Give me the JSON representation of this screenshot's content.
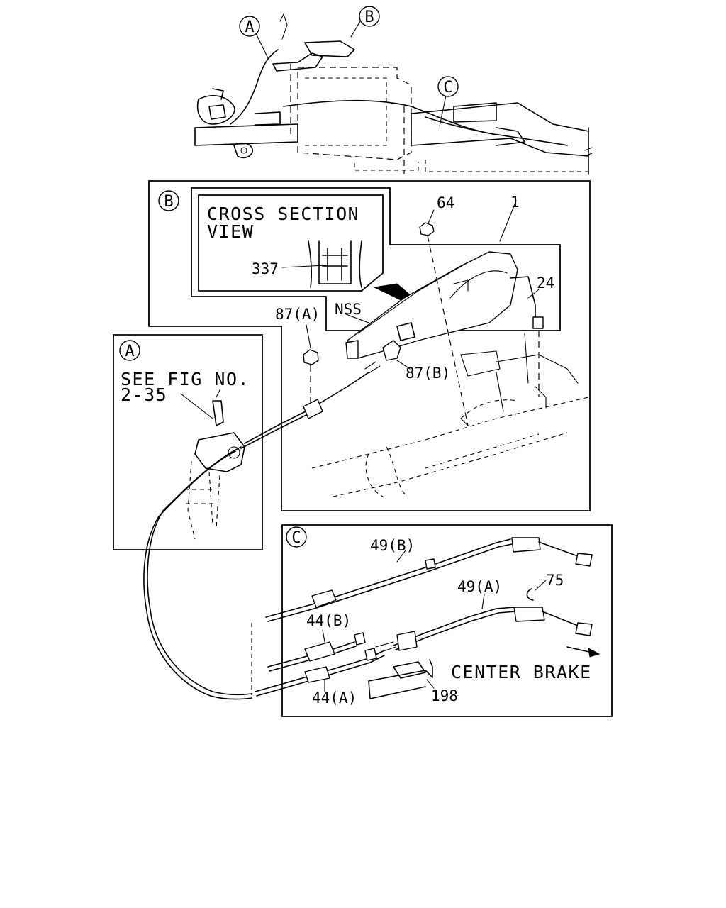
{
  "callouts": {
    "A": "A",
    "B": "B",
    "C": "C"
  },
  "panel_b": {
    "cross_section_line1": "CROSS SECTION",
    "cross_section_line2": "VIEW",
    "part_337": "337",
    "part_64": "64",
    "part_1": "1",
    "part_24": "24",
    "part_nss": "NSS",
    "part_87a": "87(A)",
    "part_87b": "87(B)"
  },
  "panel_a": {
    "see_fig_line1": "SEE FIG NO.",
    "see_fig_line2": "2-35"
  },
  "panel_c": {
    "part_49b": "49(B)",
    "part_49a": "49(A)",
    "part_75": "75",
    "part_44b": "44(B)",
    "part_44a": "44(A)",
    "part_198": "198",
    "center_brake": "CENTER BRAKE"
  }
}
